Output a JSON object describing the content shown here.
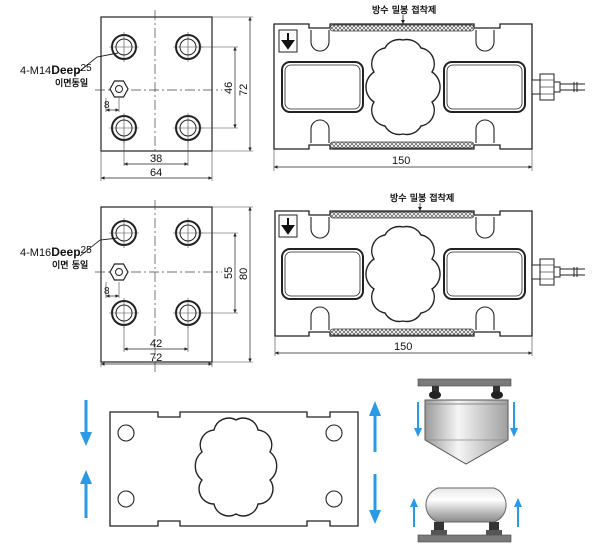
{
  "top_view_1": {
    "thread_main": "4-M14",
    "thread_deep": "Deep",
    "thread_depth": "25",
    "thread_note": "이면동일",
    "dim_offset": "8",
    "dim_hole_spacing_x": "38",
    "dim_width": "64",
    "dim_hole_spacing_y": "46",
    "dim_height": "72"
  },
  "side_view_1": {
    "seal_label": "방수 밀봉 접착제",
    "dim_length": "150"
  },
  "top_view_2": {
    "thread_main": "4-M16",
    "thread_deep": "Deep",
    "thread_depth": "25",
    "thread_note": "이면 동일",
    "dim_offset": "8",
    "dim_hole_spacing_x": "42",
    "dim_width": "72",
    "dim_hole_spacing_y": "55",
    "dim_height": "80"
  },
  "side_view_2": {
    "seal_label": "방수 밀봉 접착제",
    "dim_length": "150"
  },
  "colors": {
    "line": "#222222",
    "arrow_blue": "#2a9ae6",
    "steel_light": "#f2f2f2",
    "steel_dark": "#555555",
    "seal_hatch": "#666666"
  }
}
